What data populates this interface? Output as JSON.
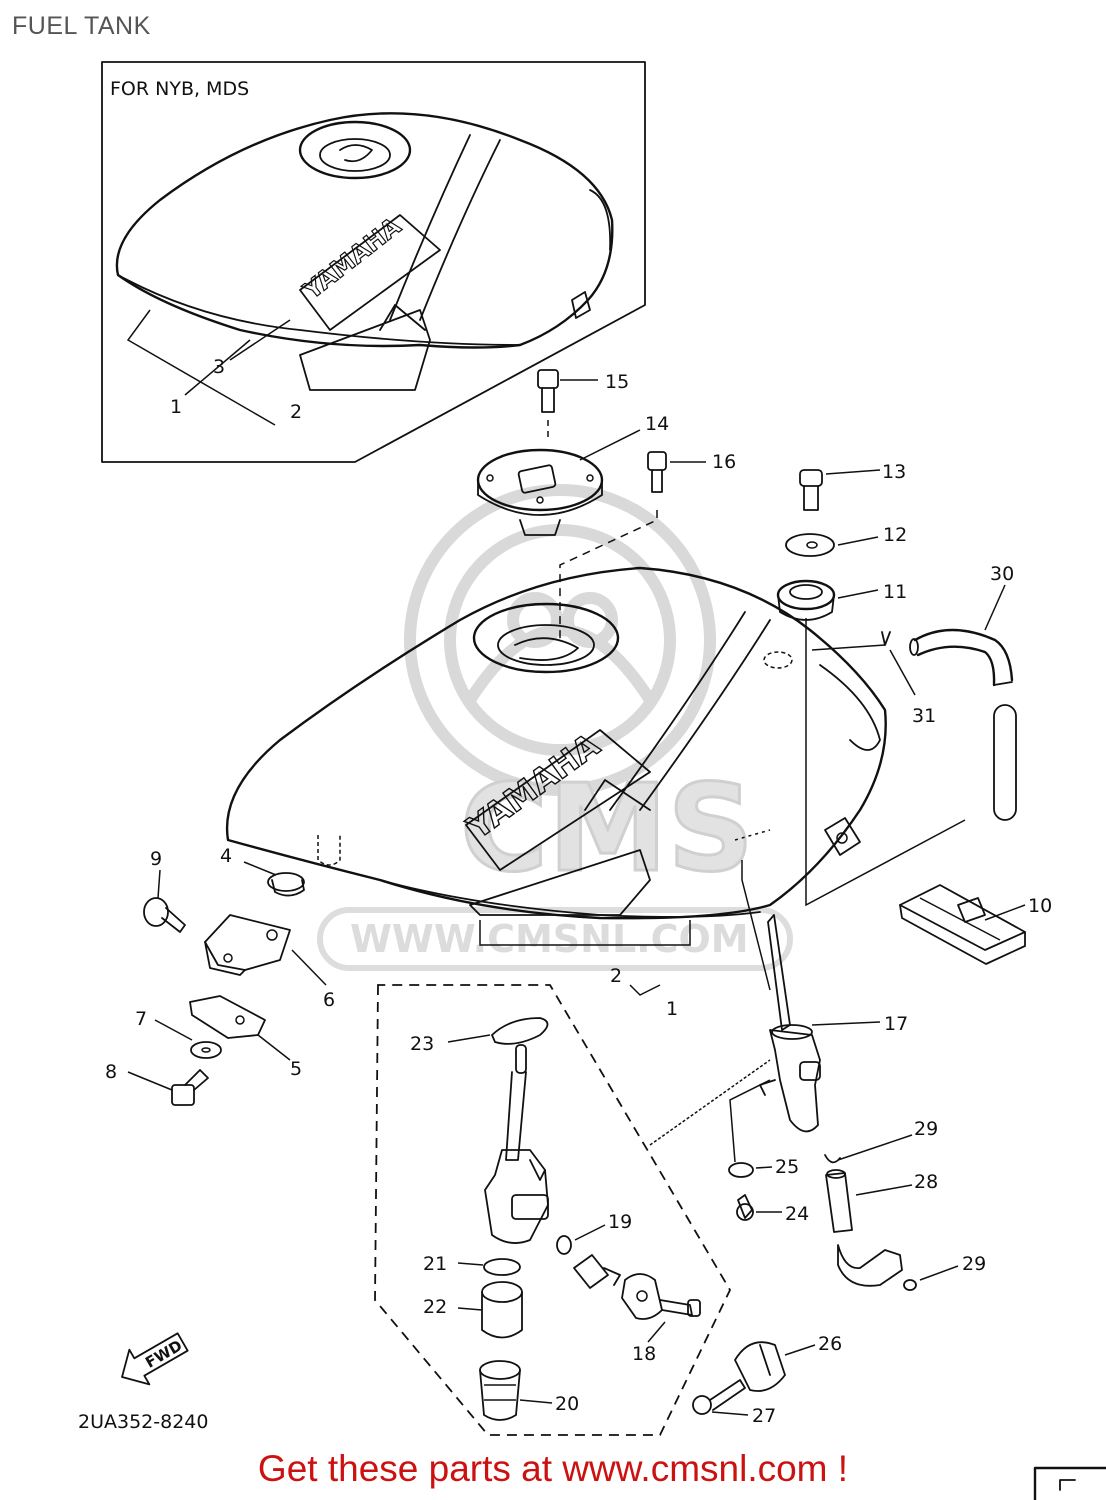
{
  "title": "FUEL TANK",
  "variant_label": "FOR NYB, MDS",
  "tank_logo_text": "YAMAHA",
  "part_number": "2UA352-8240",
  "fwd_label": "FWD",
  "watermark": {
    "logo_text": "CMS",
    "url_text": "WWW.CMSNL.COM"
  },
  "footer_text": "Get these parts at www.cmsnl.com !",
  "callouts": {
    "inset_1": "1",
    "inset_2": "2",
    "inset_3": "3",
    "main_1": "1",
    "main_2": "2",
    "p4": "4",
    "p5": "5",
    "p6": "6",
    "p7": "7",
    "p8": "8",
    "p9": "9",
    "p10": "10",
    "p11": "11",
    "p12": "12",
    "p13": "13",
    "p14": "14",
    "p15": "15",
    "p16": "16",
    "p17": "17",
    "p18": "18",
    "p19": "19",
    "p20": "20",
    "p21": "21",
    "p22": "22",
    "p23": "23",
    "p24": "24",
    "p25": "25",
    "p26": "26",
    "p27": "27",
    "p28": "28",
    "p29a": "29",
    "p29b": "29",
    "p30": "30",
    "p31": "31"
  },
  "colors": {
    "line": "#111111",
    "footer": "#cc1111",
    "title": "#555555",
    "watermark": "#d9d9d9"
  }
}
